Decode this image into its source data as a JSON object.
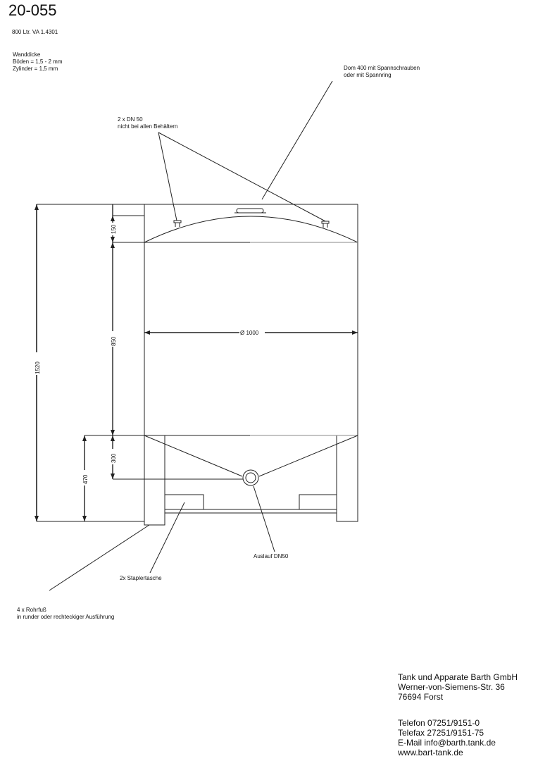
{
  "header": {
    "drawing_number": "20-055",
    "subtitle": "800 Ltr. VA 1.4301"
  },
  "wall_thickness": {
    "title": "Wanddicke",
    "line1": "Böden = 1,5 - 2 mm",
    "line2": "Zylinder = 1,5 mm"
  },
  "callouts": {
    "dome_line1": "Dom 400 mit Spannschrauben",
    "dome_line2": "oder mit Spannring",
    "nozzle_line1": "2 x DN 50",
    "nozzle_line2": "nicht bei allen Behältern",
    "outlet": "Auslauf DN50",
    "forklift": "2x Staplertasche",
    "legs_line1": "4 x Rohrfuß",
    "legs_line2": "in runder oder rechteckiger Ausführung"
  },
  "dimensions": {
    "total_height": "1520",
    "top_head": "150",
    "cylinder": "850",
    "cone": "300",
    "outlet_height": "470",
    "diameter": "Ø 1000"
  },
  "company": {
    "name": "Tank und Apparate Barth GmbH",
    "street": "Werner-von-Siemens-Str. 36",
    "city": "76694 Forst",
    "phone": "Telefon 07251/9151-0",
    "fax": "Telefax 27251/9151-75",
    "email": "E-Mail info@barth.tank.de",
    "web": "www.bart-tank.de"
  }
}
